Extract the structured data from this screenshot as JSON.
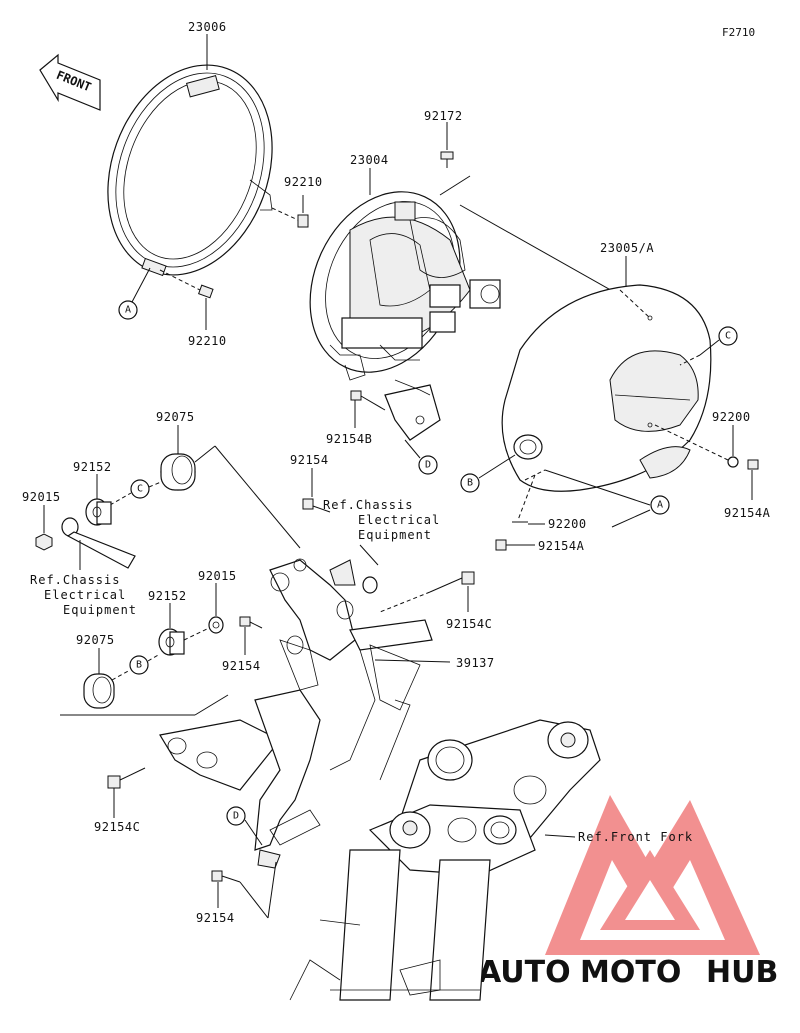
{
  "figure_id": "F2710",
  "front_label": "FRONT",
  "parts": {
    "p23006": "23006",
    "p23004": "23004",
    "p23005": "23005/A",
    "p92172": "92172",
    "p92210_top": "92210",
    "p92210_bot": "92210",
    "p92154B": "92154B",
    "p92200_right": "92200",
    "p92154A_right": "92154A",
    "p92200_mid": "92200",
    "p92154A_mid": "92154A",
    "p92154_top": "92154",
    "p92075_top": "92075",
    "p92152_top": "92152",
    "p92015_top": "92015",
    "p92015_mid": "92015",
    "p92152_mid": "92152",
    "p92075_mid": "92075",
    "p92154_mid": "92154",
    "p92154C_right": "92154C",
    "p39137": "39137",
    "p92154C_left": "92154C",
    "p92154_bot": "92154"
  },
  "refs": {
    "chassis_right": [
      "Ref.Chassis",
      "Electrical",
      "Equipment"
    ],
    "chassis_left": [
      "Ref.Chassis",
      "Electrical",
      "Equipment"
    ],
    "front_fork": "Ref.Front Fork"
  },
  "callouts": {
    "A1": "A",
    "A2": "A",
    "B1": "B",
    "B2": "B",
    "C1": "C",
    "C2": "C",
    "D1": "D",
    "D2": "D"
  },
  "watermark": {
    "text_auto": "AUTO",
    "text_moto": "MOTO",
    "text_hub": "HUB"
  },
  "colors": {
    "line": "#111111",
    "watermark_red": "#f07d7d",
    "watermark_orange": "#f5b84a",
    "watermark_grey": "#9a9a9a"
  }
}
